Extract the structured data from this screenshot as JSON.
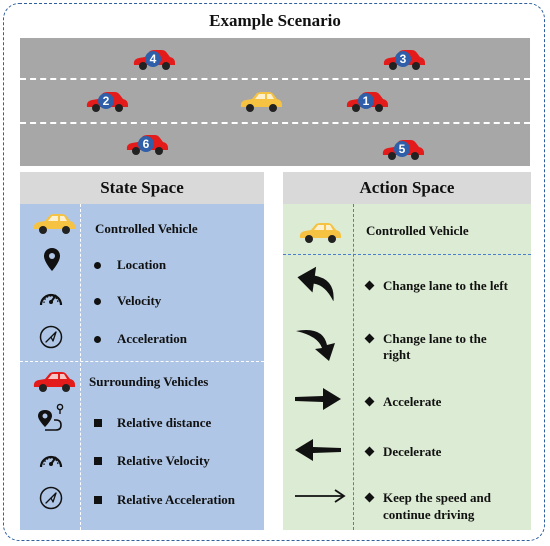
{
  "title": "Example Scenario",
  "cars": [
    {
      "label": "4"
    },
    {
      "label": "3"
    },
    {
      "label": "2"
    },
    {
      "label": "1"
    },
    {
      "label": "6"
    },
    {
      "label": "5"
    }
  ],
  "state_space": {
    "header": "State Space",
    "controlled_label": "Controlled Vehicle",
    "controlled_items": [
      "Location",
      "Velocity",
      "Acceleration"
    ],
    "surrounding_label": "Surrounding Vehicles",
    "surrounding_items": [
      "Relative distance",
      "Relative Velocity",
      "Relative Acceleration"
    ]
  },
  "action_space": {
    "header": "Action Space",
    "controlled_label": "Controlled Vehicle",
    "actions": [
      {
        "line1": "Change lane to the left",
        "line2": ""
      },
      {
        "line1": "Change lane to the",
        "line2": "right"
      },
      {
        "line1": "Accelerate",
        "line2": ""
      },
      {
        "line1": "Decelerate",
        "line2": ""
      },
      {
        "line1": "Keep the speed and",
        "line2": "continue driving"
      }
    ]
  },
  "colors": {
    "ego_car": "#f5c242",
    "other_car": "#e41b1b",
    "badge": "#2f5fa8",
    "road": "#a7a7a7",
    "state_bg": "#afc6e6",
    "action_bg": "#dcebd3",
    "header_bg": "#d9d9d9"
  }
}
